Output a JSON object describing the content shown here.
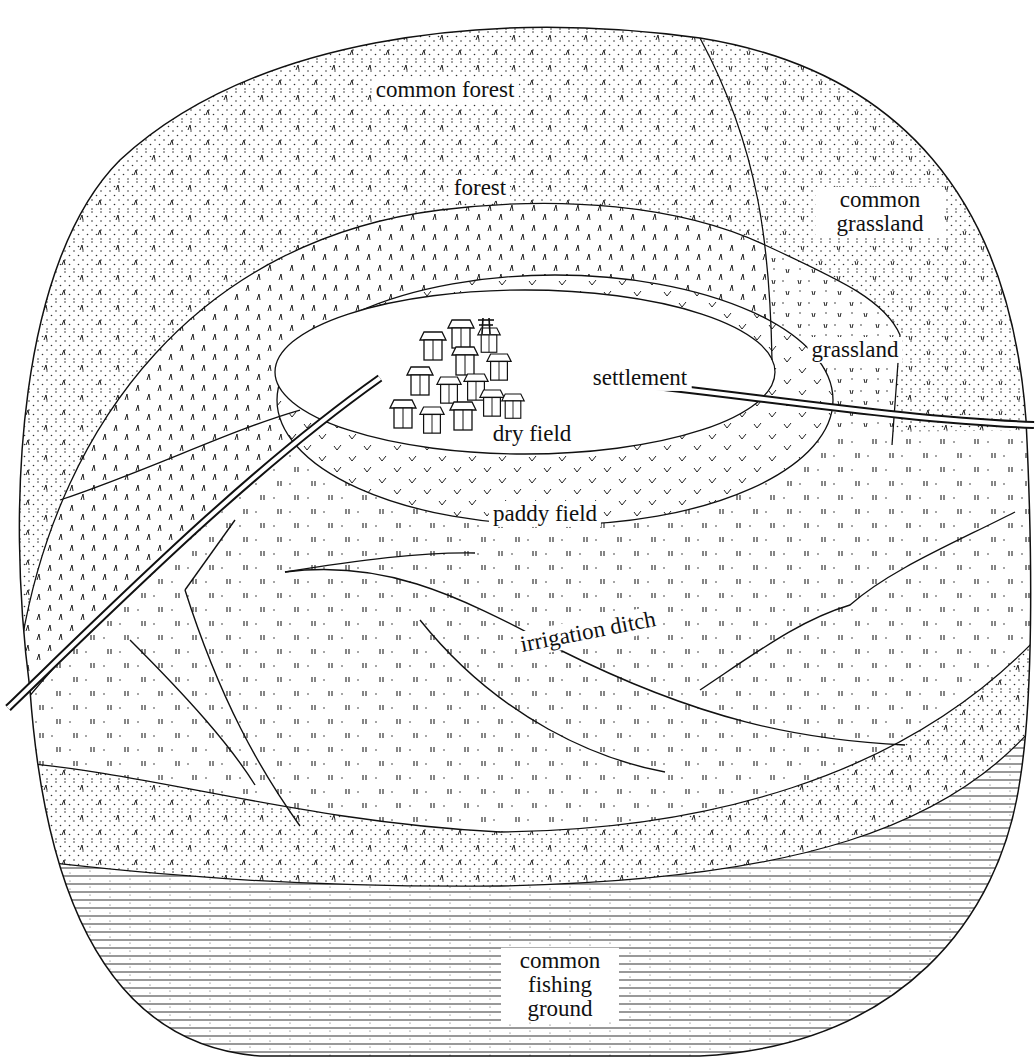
{
  "diagram": {
    "labels": [
      "common forest",
      "common grassland",
      "forest",
      "grassland",
      "settlement",
      "dry field",
      "paddy field",
      "irrigation ditch",
      "common fishing ground"
    ]
  }
}
